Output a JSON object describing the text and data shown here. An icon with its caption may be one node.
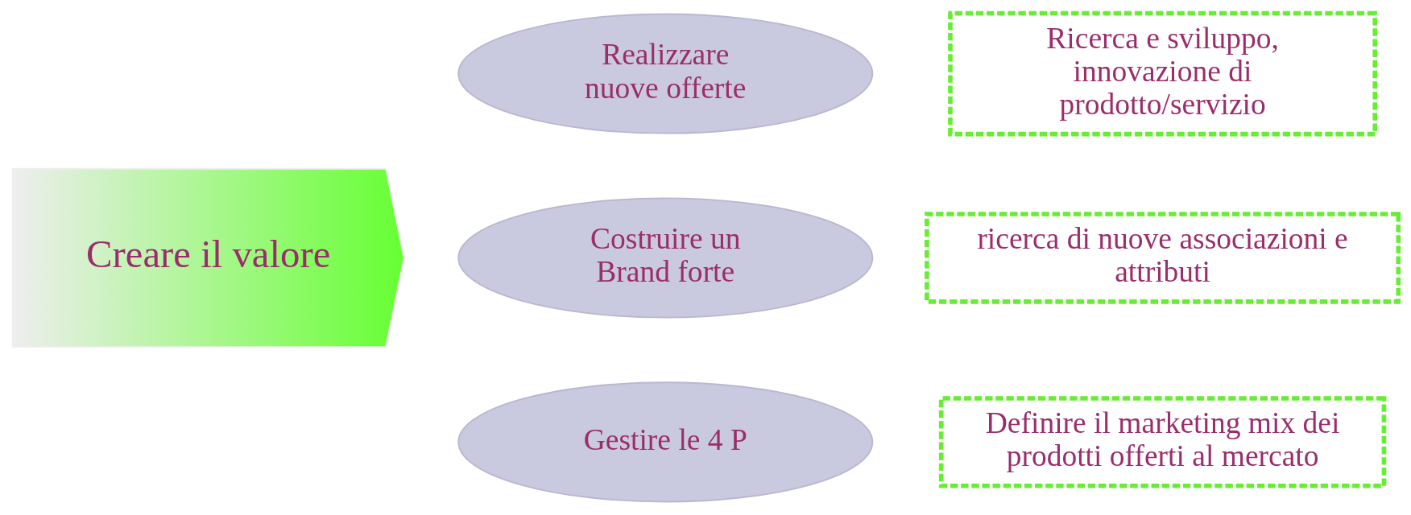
{
  "diagram": {
    "nodes": [
      {
        "text": [
          "Creare il valore"
        ]
      },
      {
        "text": [
          "Realizzare nuove offerte"
        ]
      },
      {
        "text": [
          "Costruire un Brand forte"
        ]
      },
      {
        "text": [
          "Gestire le 4 P"
        ]
      },
      {
        "text": [
          "Ricerca e sviluppo, innovazione di prodotto/servizio"
        ]
      },
      {
        "text": [
          "ricerca di nuove associazioni e attributi"
        ]
      },
      {
        "text": [
          "Definire il marketing mix dei prodotti offerti al mercato"
        ]
      }
    ],
    "edges": []
  }
}
